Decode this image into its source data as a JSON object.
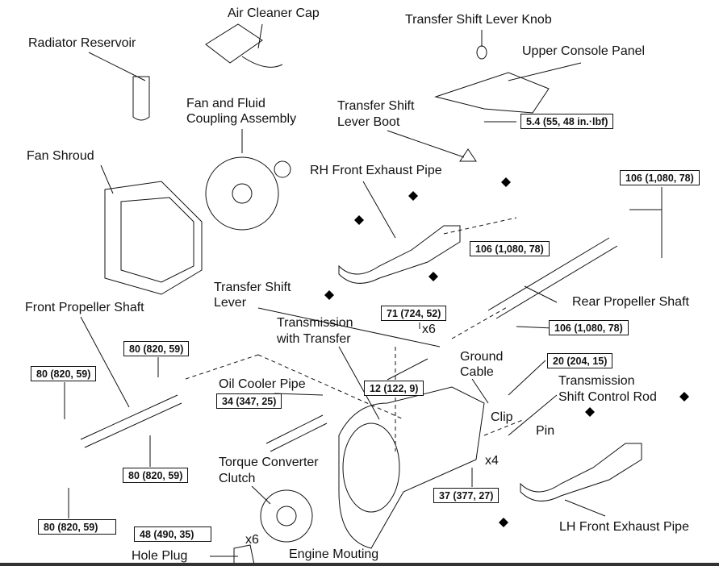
{
  "labels": {
    "radiator_reservoir": "Radiator Reservoir",
    "air_cleaner_cap": "Air Cleaner Cap",
    "transfer_shift_lever_knob": "Transfer Shift Lever Knob",
    "upper_console_panel": "Upper Console Panel",
    "fan_coupling_1": "Fan and Fluid",
    "fan_coupling_2": "Coupling Assembly",
    "lever_boot_1": "Transfer Shift",
    "lever_boot_2": "Lever Boot",
    "fan_shroud": "Fan Shroud",
    "rh_exhaust": "RH Front Exhaust Pipe",
    "shift_lever_1": "Transfer Shift",
    "shift_lever_2": "Lever",
    "rear_prop": "Rear Propeller Shaft",
    "front_prop": "Front Propeller Shaft",
    "transmission_1": "Transmission",
    "transmission_2": "with Transfer",
    "ground_1": "Ground",
    "ground_2": "Cable",
    "shift_rod_1": "Transmission",
    "shift_rod_2": "Shift Control Rod",
    "oil_cooler": "Oil Cooler Pipe",
    "clip": "Clip",
    "pin": "Pin",
    "x6_a": "x6",
    "x4": "x4",
    "torque_conv_1": "Torque Converter",
    "torque_conv_2": "Clutch",
    "x6_b": "x6",
    "hole_plug": "Hole Plug",
    "lh_exhaust": "LH Front Exhaust Pipe",
    "engine_mount": "Engine Mouting"
  },
  "torque_specs": {
    "console": "5.4 (55, 48 in.·lbf)",
    "rear_top": "106 (1,080, 78)",
    "rear_mid": "106 (1,080, 78)",
    "rear_low": "106 (1,080, 78)",
    "trans_71": "71 (724, 52)",
    "front_a": "80 (820, 59)",
    "front_b": "80 (820, 59)",
    "lever_12": "12 (122, 9)",
    "ground_20": "20 (204, 15)",
    "oil_34": "34 (347, 25)",
    "front_c": "80 (820, 59)",
    "trans_37": "37 (377, 27)",
    "front_d": "80 (820, 59)",
    "converter_48": "48 (490, 35)"
  }
}
